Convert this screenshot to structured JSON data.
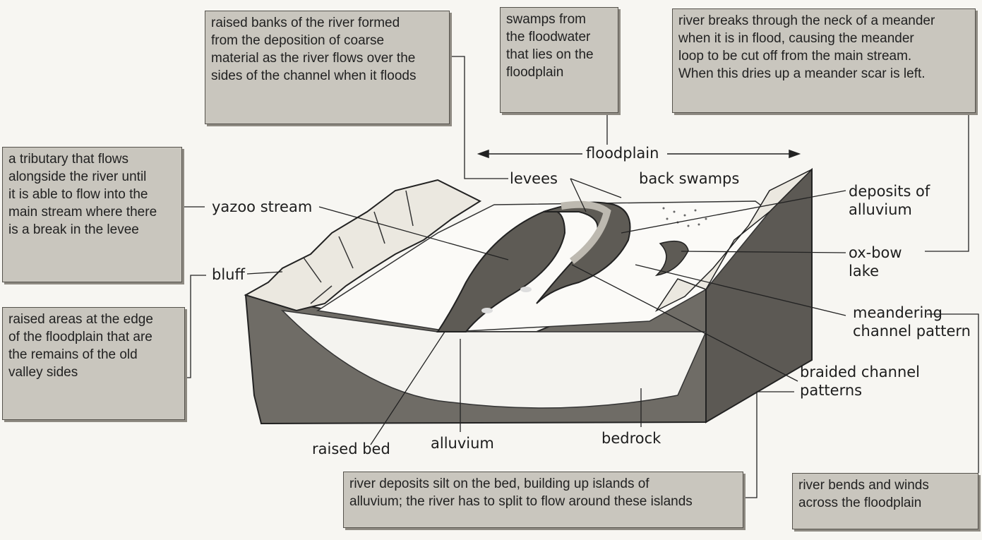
{
  "notes": {
    "levees": "raised banks of the river formed\nfrom the deposition of coarse\nmaterial as the river flows over the\nsides of the channel when it floods",
    "back_swamps": "swamps from\nthe floodwater\nthat lies on the\nfloodplain",
    "ox_bow": "river breaks through the neck of a meander\nwhen it is in flood, causing the meander\nloop to be cut off from the main stream.\nWhen this dries up a meander scar is left.",
    "yazoo": "a tributary that flows\nalongside the river until\nit is able to flow into the\nmain stream where there\nis a break in the levee",
    "bluff": "raised areas at the edge\nof the floodplain that are\nthe remains of the old\nvalley sides",
    "braided": "river deposits silt on the bed, building up islands of\nalluvium; the river has to split to flow around these islands",
    "meandering": "river bends and winds\nacross the floodplain"
  },
  "labels": {
    "floodplain": "floodplain",
    "levees": "levees",
    "back_swamps": "back swamps",
    "deposits": "deposits of\nalluvium",
    "yazoo": "yazoo stream",
    "bluff": "bluff",
    "ox_bow": "ox-bow\nlake",
    "meandering": "meandering\nchannel pattern",
    "braided": "braided channel\npatterns",
    "raised_bed": "raised bed",
    "alluvium": "alluvium",
    "bedrock": "bedrock"
  },
  "colors": {
    "box": "#c9c6be",
    "bedrock": "#6f6c66",
    "river": "#5e5b55",
    "bluff": "#ebe8e0"
  }
}
